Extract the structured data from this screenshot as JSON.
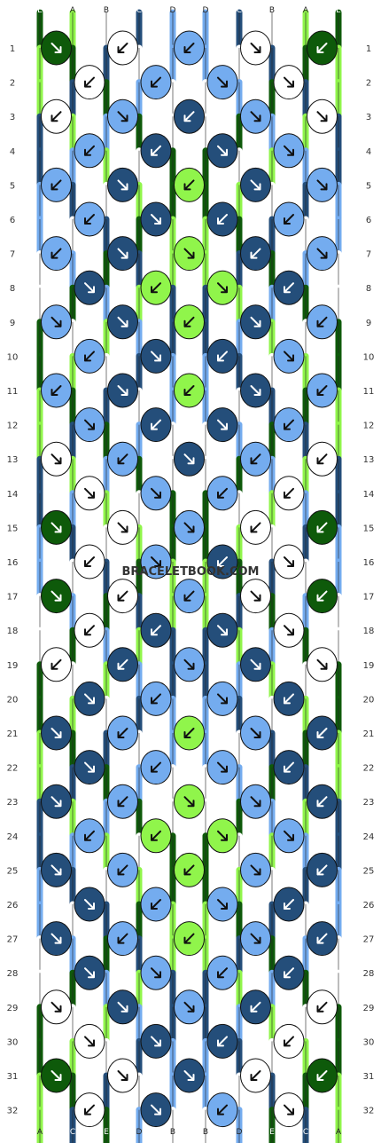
{
  "colors": {
    "E": "#0e5a0a",
    "A": "#90f54b",
    "B": "#ffffff",
    "C": "#244e7a",
    "D": "#74acef"
  },
  "strings": [
    "E",
    "A",
    "B",
    "C",
    "D",
    "D",
    "C",
    "B",
    "A",
    "E"
  ],
  "row_numbers": [
    "1",
    "2",
    "3",
    "4",
    "5",
    "6",
    "7",
    "8",
    "9",
    "10",
    "11",
    "12",
    "13",
    "14",
    "15",
    "16",
    "17",
    "18",
    "19",
    "20",
    "21",
    "22",
    "23",
    "24",
    "25",
    "26",
    "27",
    "28",
    "29",
    "30",
    "31",
    "32"
  ],
  "watermark": "BRACELETBOOK.COM",
  "knots": [
    [
      [
        "E",
        "r"
      ],
      [
        "B",
        "l"
      ],
      [
        "D",
        "l"
      ],
      [
        "B",
        "r"
      ],
      [
        "E",
        "l"
      ]
    ],
    [
      [
        "B",
        "l"
      ],
      [
        "D",
        "l"
      ],
      [
        "D",
        "r"
      ],
      [
        "B",
        "r"
      ]
    ],
    [
      [
        "B",
        "l"
      ],
      [
        "D",
        "r"
      ],
      [
        "C",
        "l"
      ],
      [
        "D",
        "r"
      ],
      [
        "B",
        "r"
      ]
    ],
    [
      [
        "D",
        "l"
      ],
      [
        "C",
        "l"
      ],
      [
        "C",
        "r"
      ],
      [
        "D",
        "r"
      ]
    ],
    [
      [
        "D",
        "l"
      ],
      [
        "C",
        "r"
      ],
      [
        "A",
        "l"
      ],
      [
        "C",
        "r"
      ],
      [
        "D",
        "r"
      ]
    ],
    [
      [
        "D",
        "l"
      ],
      [
        "C",
        "r"
      ],
      [
        "C",
        "l"
      ],
      [
        "D",
        "l"
      ]
    ],
    [
      [
        "D",
        "l"
      ],
      [
        "C",
        "r"
      ],
      [
        "A",
        "r"
      ],
      [
        "C",
        "l"
      ],
      [
        "D",
        "r"
      ]
    ],
    [
      [
        "C",
        "r"
      ],
      [
        "A",
        "l"
      ],
      [
        "A",
        "r"
      ],
      [
        "C",
        "l"
      ]
    ],
    [
      [
        "D",
        "r"
      ],
      [
        "C",
        "r"
      ],
      [
        "A",
        "l"
      ],
      [
        "C",
        "r"
      ],
      [
        "D",
        "l"
      ]
    ],
    [
      [
        "D",
        "l"
      ],
      [
        "C",
        "r"
      ],
      [
        "C",
        "l"
      ],
      [
        "D",
        "r"
      ]
    ],
    [
      [
        "D",
        "l"
      ],
      [
        "C",
        "r"
      ],
      [
        "A",
        "l"
      ],
      [
        "C",
        "r"
      ],
      [
        "D",
        "l"
      ]
    ],
    [
      [
        "D",
        "r"
      ],
      [
        "C",
        "l"
      ],
      [
        "C",
        "r"
      ],
      [
        "D",
        "l"
      ]
    ],
    [
      [
        "B",
        "r"
      ],
      [
        "D",
        "l"
      ],
      [
        "C",
        "r"
      ],
      [
        "D",
        "l"
      ],
      [
        "B",
        "l"
      ]
    ],
    [
      [
        "B",
        "r"
      ],
      [
        "D",
        "r"
      ],
      [
        "D",
        "l"
      ],
      [
        "B",
        "l"
      ]
    ],
    [
      [
        "E",
        "r"
      ],
      [
        "B",
        "r"
      ],
      [
        "D",
        "r"
      ],
      [
        "B",
        "l"
      ],
      [
        "E",
        "l"
      ]
    ],
    [
      [
        "B",
        "l"
      ],
      [
        "D",
        "r"
      ],
      [
        "C",
        "l"
      ],
      [
        "B",
        "r"
      ]
    ],
    [
      [
        "E",
        "r"
      ],
      [
        "B",
        "l"
      ],
      [
        "D",
        "l"
      ],
      [
        "B",
        "r"
      ],
      [
        "E",
        "l"
      ]
    ],
    [
      [
        "B",
        "l"
      ],
      [
        "C",
        "l"
      ],
      [
        "C",
        "r"
      ],
      [
        "B",
        "r"
      ]
    ],
    [
      [
        "B",
        "l"
      ],
      [
        "C",
        "l"
      ],
      [
        "D",
        "r"
      ],
      [
        "C",
        "r"
      ],
      [
        "B",
        "r"
      ]
    ],
    [
      [
        "C",
        "r"
      ],
      [
        "D",
        "l"
      ],
      [
        "D",
        "r"
      ],
      [
        "C",
        "l"
      ]
    ],
    [
      [
        "C",
        "r"
      ],
      [
        "D",
        "l"
      ],
      [
        "A",
        "l"
      ],
      [
        "D",
        "r"
      ],
      [
        "C",
        "l"
      ]
    ],
    [
      [
        "C",
        "r"
      ],
      [
        "D",
        "l"
      ],
      [
        "D",
        "r"
      ],
      [
        "C",
        "l"
      ]
    ],
    [
      [
        "C",
        "r"
      ],
      [
        "D",
        "l"
      ],
      [
        "A",
        "r"
      ],
      [
        "D",
        "r"
      ],
      [
        "C",
        "l"
      ]
    ],
    [
      [
        "D",
        "l"
      ],
      [
        "A",
        "l"
      ],
      [
        "A",
        "r"
      ],
      [
        "D",
        "r"
      ]
    ],
    [
      [
        "C",
        "r"
      ],
      [
        "D",
        "l"
      ],
      [
        "A",
        "l"
      ],
      [
        "D",
        "r"
      ],
      [
        "C",
        "l"
      ]
    ],
    [
      [
        "C",
        "r"
      ],
      [
        "D",
        "l"
      ],
      [
        "D",
        "r"
      ],
      [
        "C",
        "l"
      ]
    ],
    [
      [
        "C",
        "r"
      ],
      [
        "D",
        "l"
      ],
      [
        "A",
        "l"
      ],
      [
        "D",
        "r"
      ],
      [
        "C",
        "l"
      ]
    ],
    [
      [
        "C",
        "r"
      ],
      [
        "D",
        "r"
      ],
      [
        "D",
        "l"
      ],
      [
        "C",
        "l"
      ]
    ],
    [
      [
        "B",
        "r"
      ],
      [
        "C",
        "r"
      ],
      [
        "D",
        "r"
      ],
      [
        "C",
        "l"
      ],
      [
        "B",
        "l"
      ]
    ],
    [
      [
        "B",
        "r"
      ],
      [
        "C",
        "r"
      ],
      [
        "C",
        "l"
      ],
      [
        "B",
        "l"
      ]
    ],
    [
      [
        "E",
        "r"
      ],
      [
        "B",
        "r"
      ],
      [
        "C",
        "r"
      ],
      [
        "B",
        "l"
      ],
      [
        "E",
        "l"
      ]
    ],
    [
      [
        "B",
        "l"
      ],
      [
        "C",
        "r"
      ],
      [
        "D",
        "l"
      ],
      [
        "B",
        "r"
      ]
    ]
  ]
}
